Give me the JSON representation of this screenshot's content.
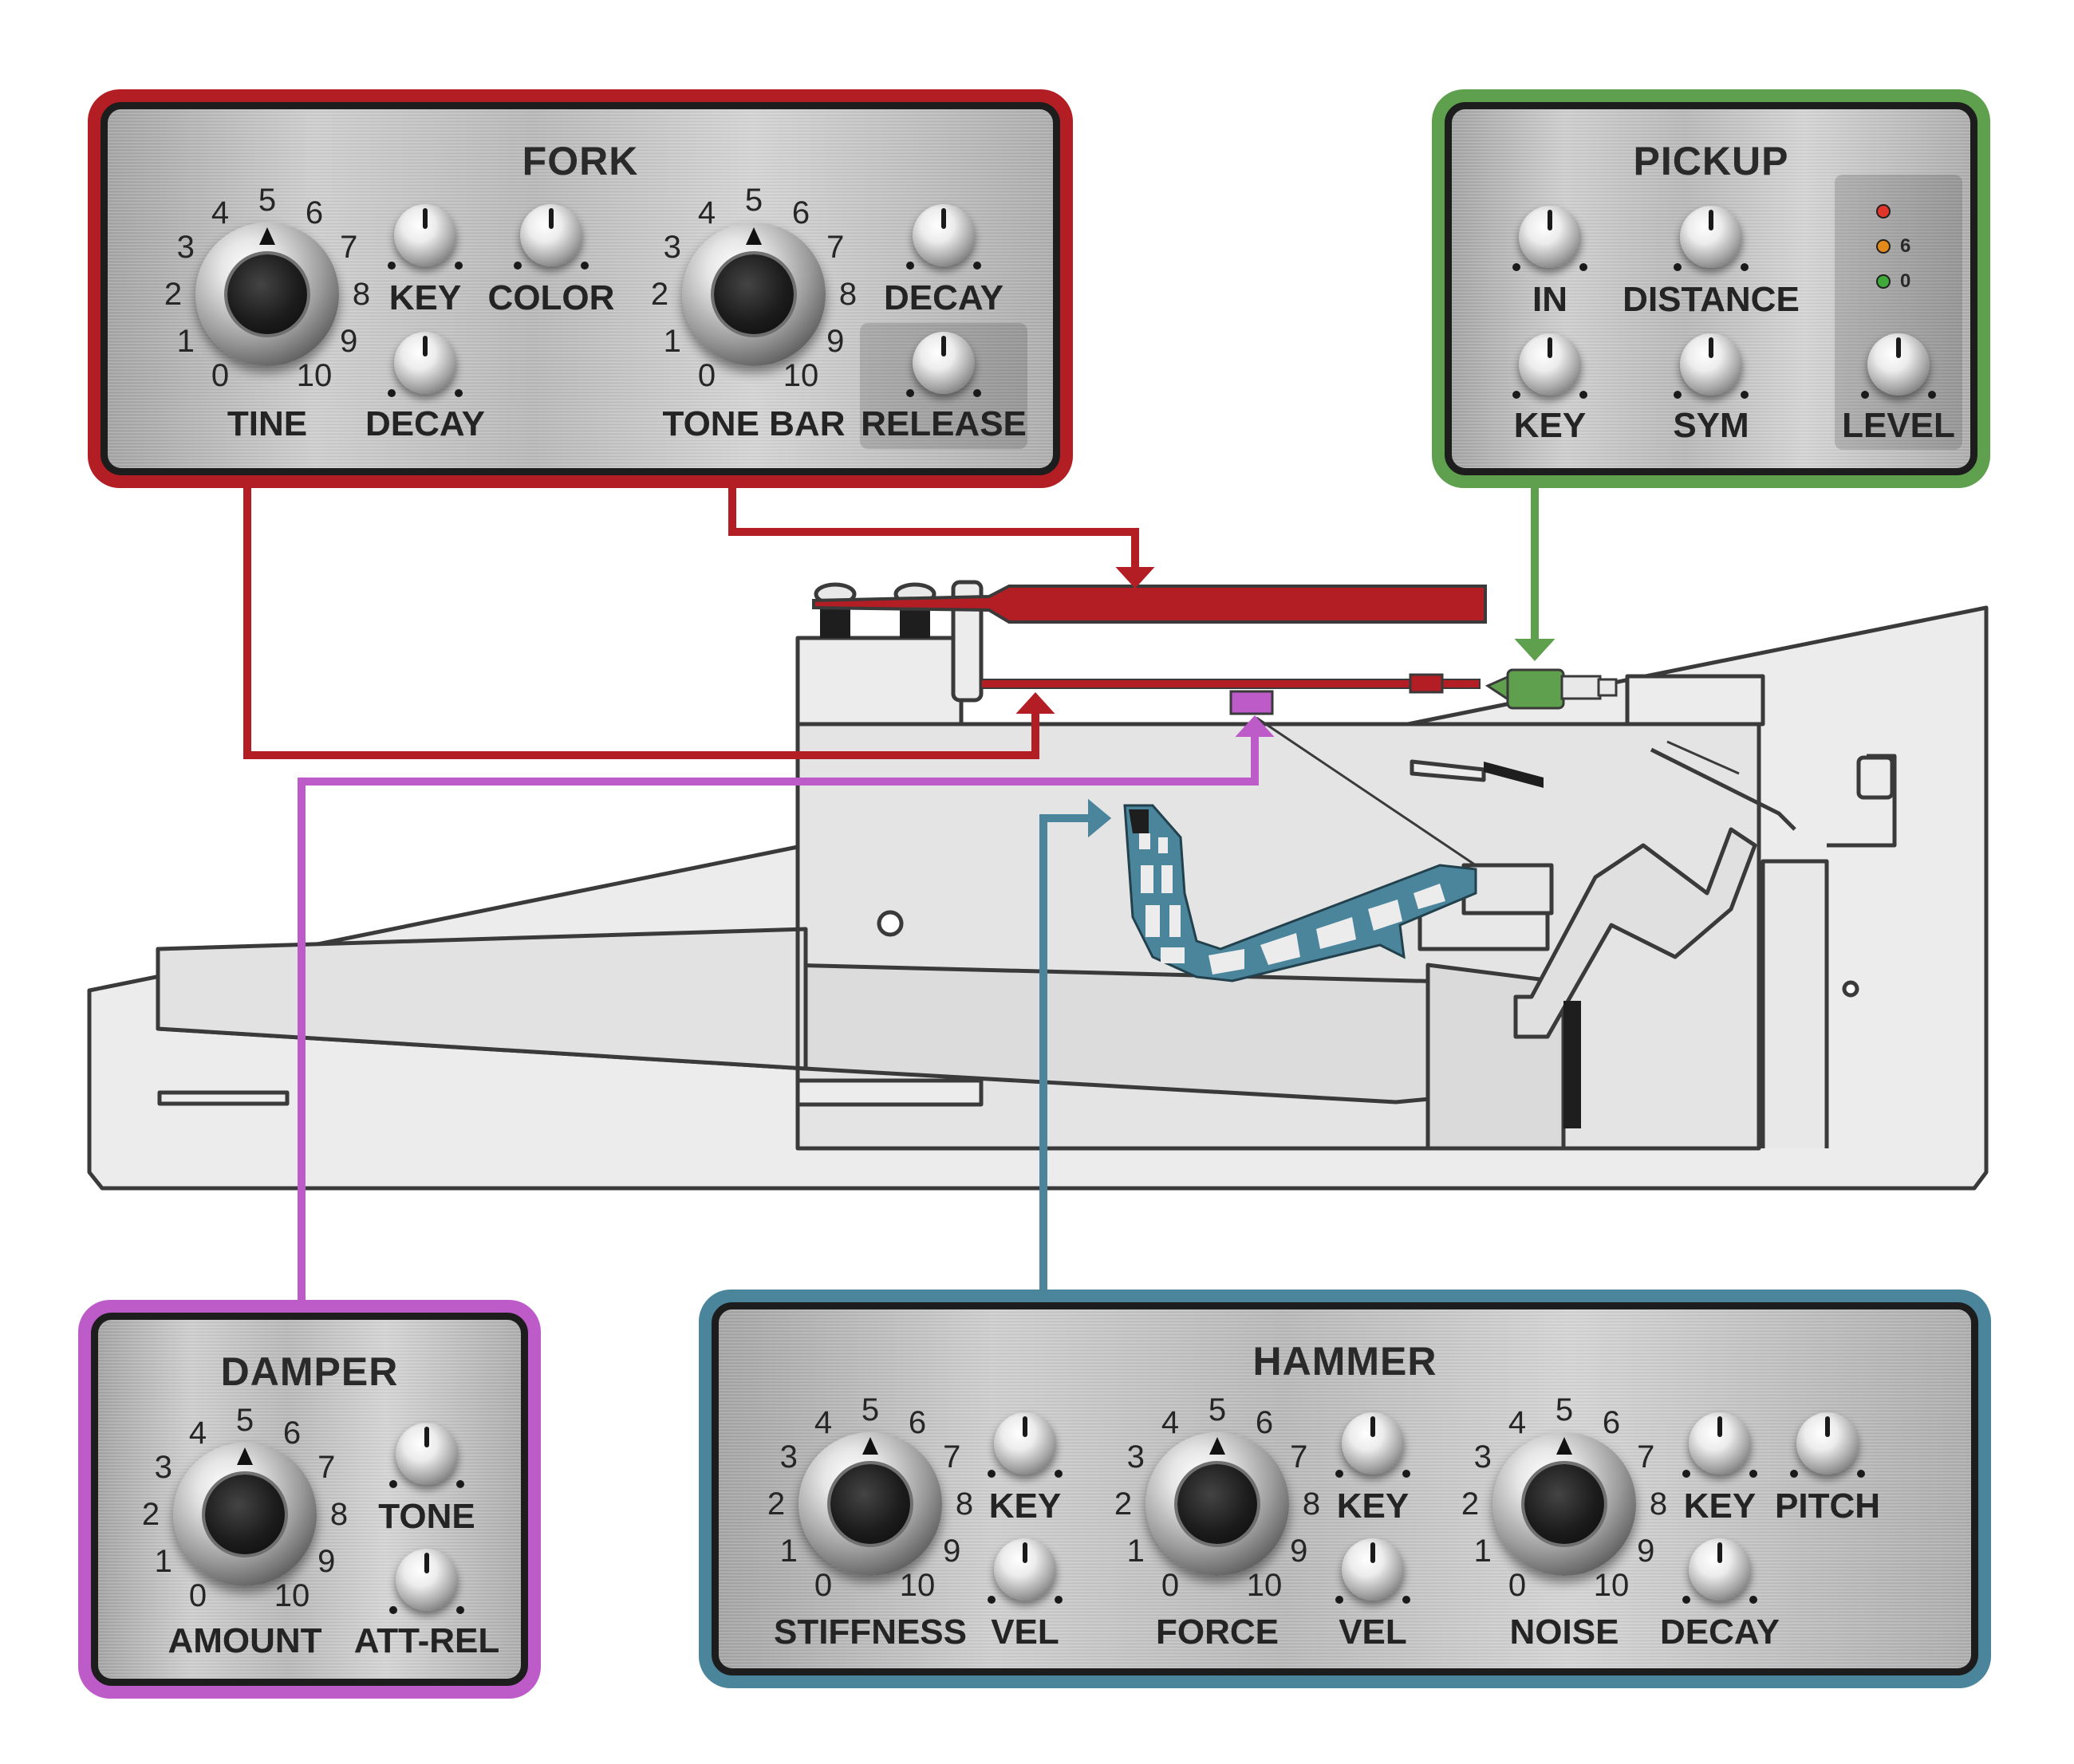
{
  "colors": {
    "fork": "#b21e24",
    "pickup": "#5fa04e",
    "damper": "#bd5bc9",
    "hammer": "#4a859c",
    "mechanism_fill": "#ececec",
    "mechanism_line": "#3a3a3a"
  },
  "fork": {
    "title": "FORK",
    "tine": {
      "label": "TINE",
      "scale": [
        "0",
        "1",
        "2",
        "3",
        "4",
        "5",
        "6",
        "7",
        "8",
        "9",
        "10"
      ]
    },
    "key_label": "KEY",
    "color_label": "COLOR",
    "decay_label": "DECAY",
    "tone_bar": {
      "label": "TONE BAR",
      "scale": [
        "0",
        "1",
        "2",
        "3",
        "4",
        "5",
        "6",
        "7",
        "8",
        "9",
        "10"
      ]
    },
    "decay2_label": "DECAY",
    "release_label": "RELEASE"
  },
  "pickup": {
    "title": "PICKUP",
    "in_label": "IN",
    "distance_label": "DISTANCE",
    "key_label": "KEY",
    "sym_label": "SYM",
    "level_label": "LEVEL",
    "meter": {
      "mark_6": "6",
      "mark_0": "0",
      "led_colors": [
        "#e1352b",
        "#e28a1c",
        "#3faa3a"
      ]
    }
  },
  "damper": {
    "title": "DAMPER",
    "amount": {
      "label": "AMOUNT",
      "scale": [
        "0",
        "1",
        "2",
        "3",
        "4",
        "5",
        "6",
        "7",
        "8",
        "9",
        "10"
      ]
    },
    "tone_label": "TONE",
    "att_rel_label": "ATT-REL"
  },
  "hammer": {
    "title": "HAMMER",
    "stiffness": {
      "label": "STIFFNESS",
      "scale": [
        "0",
        "1",
        "2",
        "3",
        "4",
        "5",
        "6",
        "7",
        "8",
        "9",
        "10"
      ]
    },
    "key1_label": "KEY",
    "vel1_label": "VEL",
    "force": {
      "label": "FORCE",
      "scale": [
        "0",
        "1",
        "2",
        "3",
        "4",
        "5",
        "6",
        "7",
        "8",
        "9",
        "10"
      ]
    },
    "key2_label": "KEY",
    "vel2_label": "VEL",
    "noise": {
      "label": "NOISE",
      "scale": [
        "0",
        "1",
        "2",
        "3",
        "4",
        "5",
        "6",
        "7",
        "8",
        "9",
        "10"
      ]
    },
    "key3_label": "KEY",
    "pitch_label": "PITCH",
    "decay_label": "DECAY"
  }
}
